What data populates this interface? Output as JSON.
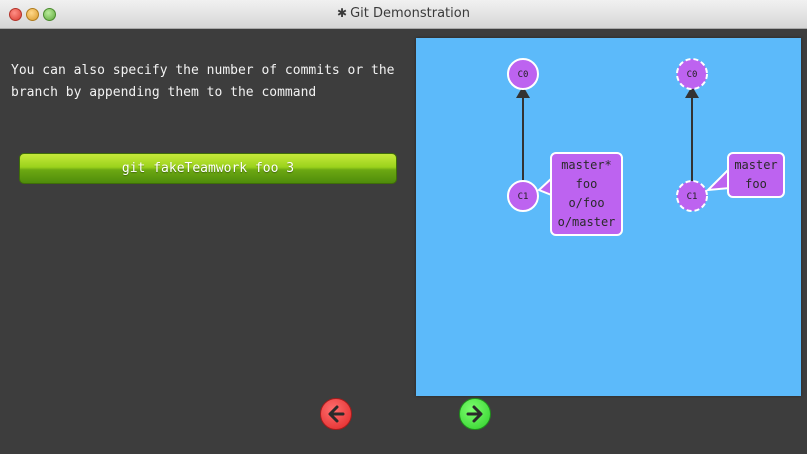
{
  "window": {
    "title": "Git Demonstration",
    "icon": "gear-icon"
  },
  "instructions": {
    "text": "You can also specify the number of commits or the branch by appending them to the command"
  },
  "command_button": {
    "label": "git fakeTeamwork foo 3"
  },
  "visualization": {
    "background": "#5cbafa",
    "local_repo": {
      "commits": [
        {
          "id": "C0",
          "style": "solid"
        },
        {
          "id": "C1",
          "style": "solid"
        }
      ],
      "branches": [
        "master*",
        "foo",
        "o/foo",
        "o/master"
      ]
    },
    "remote_repo": {
      "commits": [
        {
          "id": "C0",
          "style": "dashed"
        },
        {
          "id": "C1",
          "style": "dashed"
        }
      ],
      "branches": [
        "master",
        "foo"
      ]
    },
    "commit_color": "#bd63f0"
  },
  "navigation": {
    "back_icon": "arrow-left-icon",
    "forward_icon": "arrow-right-icon",
    "back_color": "#e02626",
    "forward_color": "#2fcf2b"
  }
}
